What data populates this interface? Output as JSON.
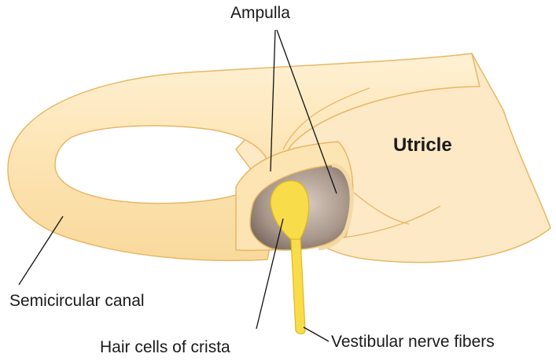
{
  "labels": {
    "ampulla": "Ampulla",
    "utricle": "Utricle",
    "semicircular_canal": "Semicircular canal",
    "hair_cells": "Hair cells of crista",
    "vestibular_nerve": "Vestibular nerve fibers"
  },
  "colors": {
    "canal_fill": "#fde6b8",
    "canal_highlight": "#fff3da",
    "canal_stroke": "#e8b765",
    "utricle_fill": "#fde9c6",
    "cavity_dark": "#8d7a70",
    "cavity_light": "#cbbcae",
    "crista_fill": "#f9dc4a",
    "crista_stroke": "#e0b820",
    "leader_line": "#111111"
  }
}
